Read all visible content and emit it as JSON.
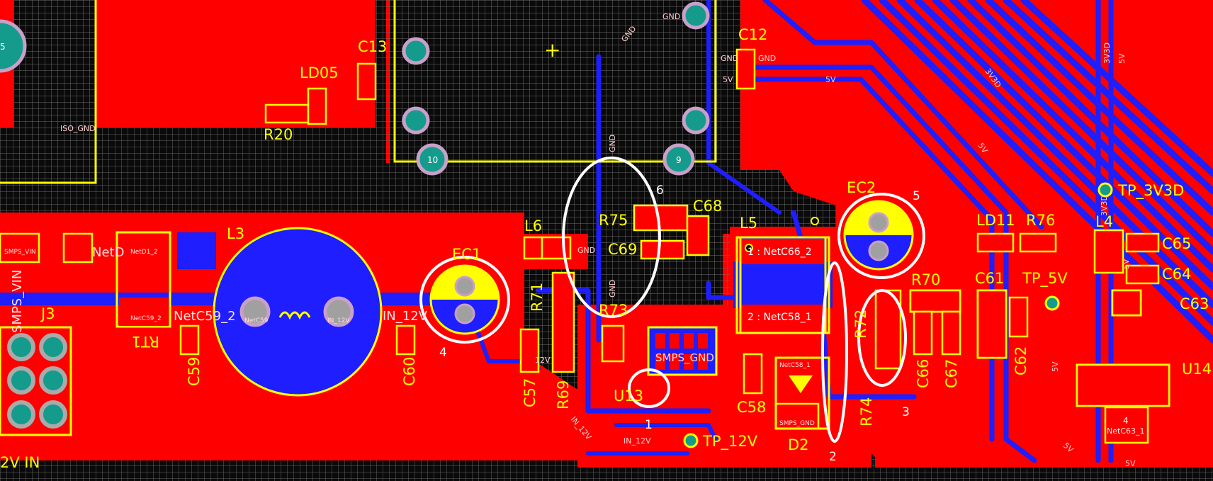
{
  "colors": {
    "background": "#0a0a0a",
    "grid": "#6e6e6e",
    "top_copper": "#ff0000",
    "bottom_copper": "#1e1eff",
    "silkscreen": "#ffff00",
    "annotation": "#ffffff",
    "pad_ring": "#c8a0c8",
    "pad_core": "#149b8c"
  },
  "components": {
    "c13": "C13",
    "ld05": "LD05",
    "r20": "R20",
    "c12": "C12",
    "ec2": "EC2",
    "c68": "C68",
    "l6": "L6",
    "r75": "R75",
    "c69": "C69",
    "l5": "L5",
    "l3": "L3",
    "ec1": "EC1",
    "r71": "R71",
    "r73": "R73",
    "r69": "R69",
    "u13": "U13",
    "c58": "C58",
    "d2": "D2",
    "r72": "R72",
    "r74": "R74",
    "r70": "R70",
    "c66": "C66",
    "c67": "C67",
    "ld11": "LD11",
    "r76": "R76",
    "l4": "L4",
    "c65": "C65",
    "c64": "C64",
    "c61": "C61",
    "c62": "C62",
    "c63": "C63",
    "u14": "U14",
    "j3": "J3",
    "rt1": "RT1",
    "c59": "C59",
    "c60": "C60",
    "c57": "C57"
  },
  "test_points": {
    "tp_3v3d": "TP_3V3D",
    "tp_5v": "TP_5V",
    "tp_12v": "TP_12V"
  },
  "connector_label": "2V IN",
  "nets": {
    "gnd": "GND",
    "v5": "5V",
    "v3d3": "3V3D",
    "iso_gnd": "ISO_GND",
    "in_12v": "IN_12V",
    "net_c59_2": "NetC59_2",
    "net_d1": "NetD",
    "net_d1_2": "NetD1_2",
    "net_c59_2_pad": "NetC59_2",
    "net_c59_pad": "NetC59",
    "in12_short": "IN_12V",
    "smps_vin": "SMPS_VIN",
    "smps_gnd": "SMPS_GND",
    "net_c66_2": "1 : NetC66_2",
    "net_c58_1": "2 : NetC58_1",
    "net_c58_1_short": "NetC58_1",
    "net_c63_1": "NetC63_1",
    "v12": "12V"
  },
  "pad_numbers": {
    "p10": "10",
    "p9": "9",
    "p5": "5",
    "p1": "1",
    "p2": "2",
    "p4": "4"
  },
  "annotations": {
    "a1": "1",
    "a2": "2",
    "a3": "3",
    "a4": "4",
    "a5": "5",
    "a6": "6"
  }
}
